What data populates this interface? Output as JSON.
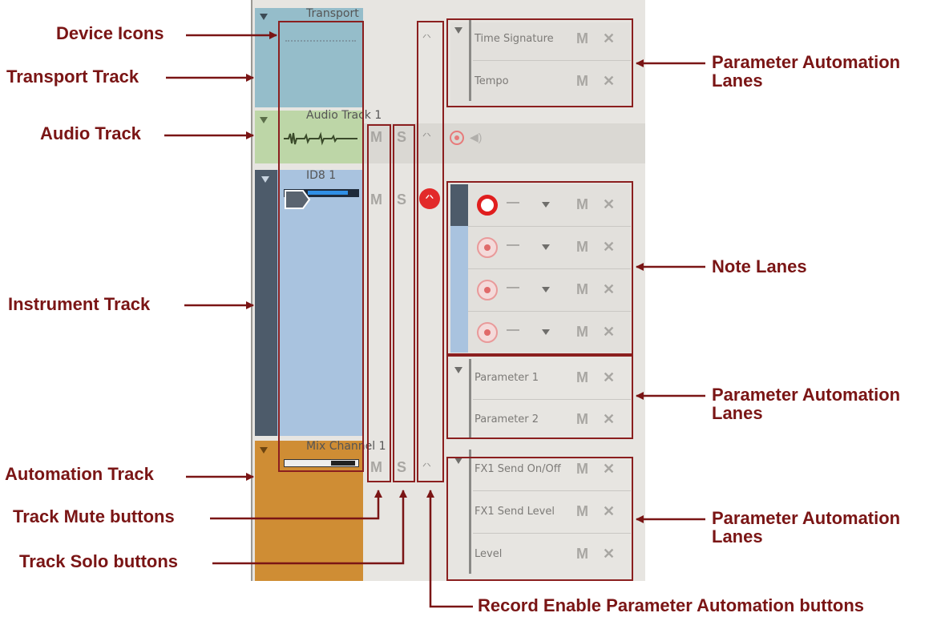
{
  "colors": {
    "transport": "#95bdca",
    "audio": "#bdd6a7",
    "instrument_dark": "#4d5b6a",
    "instrument_light": "#a9c3df",
    "automation": "#cf8d34",
    "callout": "#7a1515",
    "box": "#8b1f1f"
  },
  "tracks": {
    "transport": {
      "name": "Transport"
    },
    "audio": {
      "name": "Audio Track 1",
      "mute": "M",
      "solo": "S"
    },
    "instrument": {
      "name": "ID8 1",
      "mute": "M",
      "solo": "S"
    },
    "automation": {
      "name": "Mix Channel 1",
      "mute": "M",
      "solo": "S"
    }
  },
  "lanes": {
    "transport": [
      {
        "label": "Time Signature",
        "mute": "M",
        "delete": "✕"
      },
      {
        "label": "Tempo",
        "mute": "M",
        "delete": "✕"
      }
    ],
    "notes": [
      {
        "dash": "—",
        "mute": "M",
        "delete": "✕"
      },
      {
        "dash": "—",
        "mute": "M",
        "delete": "✕"
      },
      {
        "dash": "—",
        "mute": "M",
        "delete": "✕"
      },
      {
        "dash": "—",
        "mute": "M",
        "delete": "✕"
      }
    ],
    "instrument_params": [
      {
        "label": "Parameter 1",
        "mute": "M",
        "delete": "✕"
      },
      {
        "label": "Parameter 2",
        "mute": "M",
        "delete": "✕"
      }
    ],
    "mix": [
      {
        "label": "FX1 Send On/Off",
        "mute": "M",
        "delete": "✕"
      },
      {
        "label": "FX1 Send Level",
        "mute": "M",
        "delete": "✕"
      },
      {
        "label": "Level",
        "mute": "M",
        "delete": "✕"
      }
    ]
  },
  "callouts": {
    "device_icons": "Device Icons",
    "transport_track": "Transport Track",
    "audio_track": "Audio Track",
    "instrument_track": "Instrument Track",
    "automation_track": "Automation Track",
    "track_mute": "Track Mute buttons",
    "track_solo": "Track Solo buttons",
    "param_lanes_1": [
      "Parameter Automation",
      "Lanes"
    ],
    "note_lanes": "Note Lanes",
    "param_lanes_2": [
      "Parameter Automation",
      "Lanes"
    ],
    "param_lanes_3": [
      "Parameter Automation",
      "Lanes"
    ],
    "record_enable": "Record Enable Parameter Automation buttons"
  }
}
